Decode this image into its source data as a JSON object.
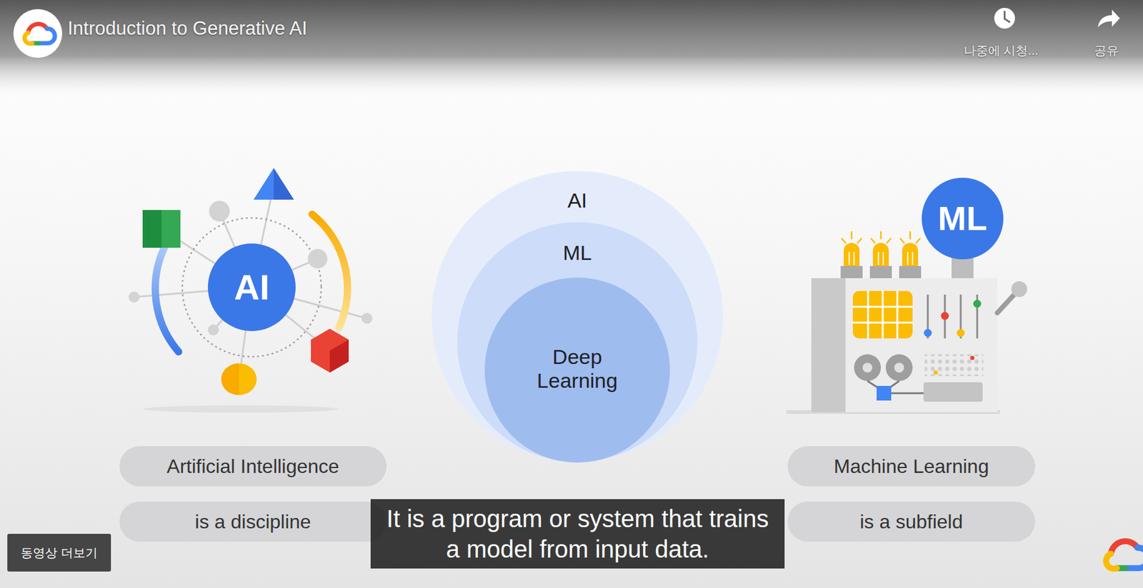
{
  "diagram": {
    "title": "Introduction to Generative AI",
    "nodes": [
      {
        "text": [
          "AI"
        ]
      },
      {
        "text": [
          "AI"
        ]
      },
      {
        "text": [
          "ML"
        ],
        "in": 1
      },
      {
        "text": [
          "Deep Learning"
        ],
        "in": 2
      },
      {
        "text": [
          "ML"
        ]
      },
      {
        "text": [
          "Artificial Intelligence"
        ]
      },
      {
        "text": [
          "is a discipline"
        ]
      },
      {
        "text": [
          "Machine Learning"
        ]
      },
      {
        "text": [
          "is a subfield"
        ]
      },
      {
        "text": [
          "It is a program or system that trains a model from input data."
        ]
      },
      {
        "text": [
          "동영상 더보기"
        ]
      }
    ],
    "labels": [
      "나중에 시청...",
      "공유"
    ]
  }
}
